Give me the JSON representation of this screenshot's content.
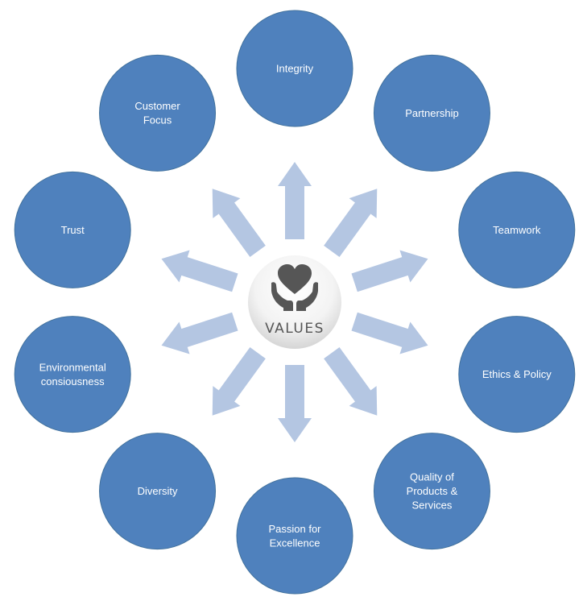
{
  "center": {
    "label": "VALUES",
    "icon": "heart-in-hands-icon"
  },
  "colors": {
    "node_fill": "#4f81bd",
    "node_stroke": "#41719c",
    "arrow_fill": "#b4c6e2",
    "icon_color": "#565656"
  },
  "nodes": [
    {
      "id": "integrity",
      "lines": [
        "Integrity"
      ]
    },
    {
      "id": "partnership",
      "lines": [
        "Partnership"
      ]
    },
    {
      "id": "teamwork",
      "lines": [
        "Teamwork"
      ]
    },
    {
      "id": "ethics-policy",
      "lines": [
        "Ethics & Policy"
      ]
    },
    {
      "id": "quality",
      "lines": [
        "Quality of",
        "Products &",
        "Services"
      ]
    },
    {
      "id": "passion",
      "lines": [
        "Passion for",
        "Excellence"
      ]
    },
    {
      "id": "diversity",
      "lines": [
        "Diversity"
      ]
    },
    {
      "id": "environmental",
      "lines": [
        "Environmental",
        "consiousness"
      ]
    },
    {
      "id": "trust",
      "lines": [
        "Trust"
      ]
    },
    {
      "id": "customer-focus",
      "lines": [
        "Customer",
        "Focus"
      ]
    }
  ]
}
